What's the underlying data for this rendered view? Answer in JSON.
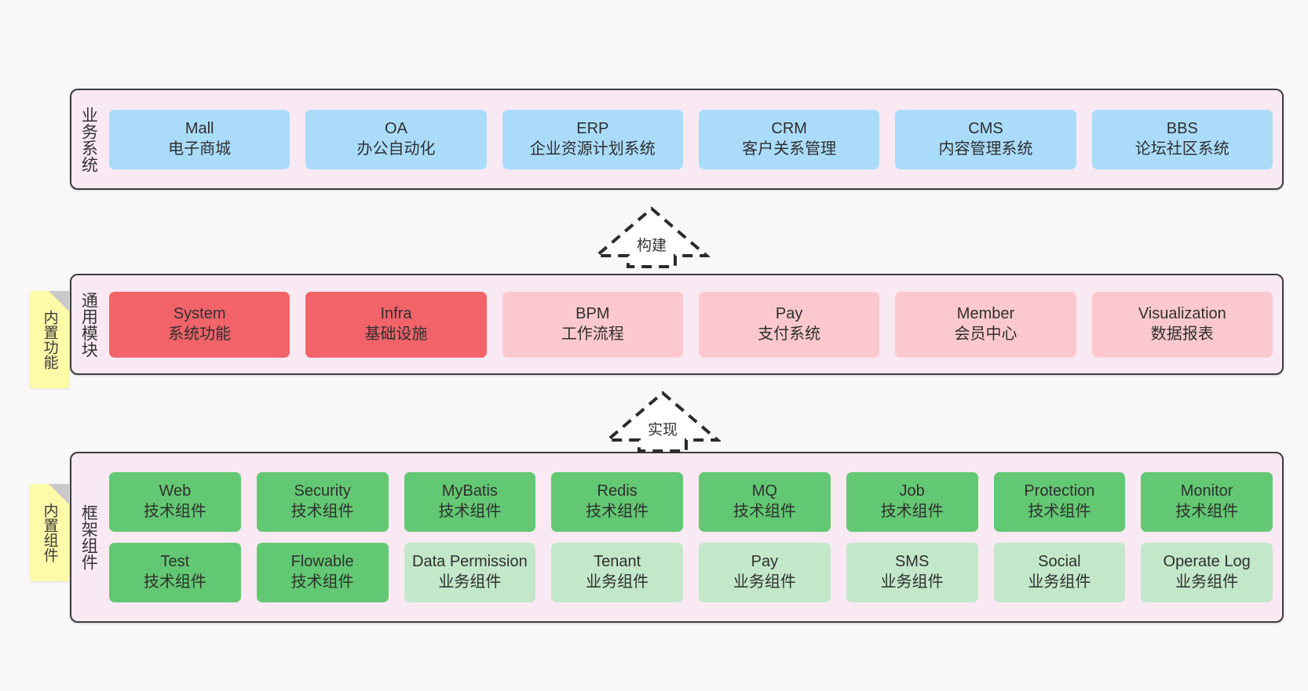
{
  "canvas": {
    "background": "#f8f8f8",
    "layer_bg": "#f9e9f3",
    "layer_border": "#3d3d3d",
    "note_bg": "#fdfaa8",
    "note_fold": "#c9c9c9"
  },
  "layers": [
    {
      "id": "business",
      "title": "业务系统",
      "rows": [
        [
          {
            "en": "Mall",
            "cn": "电子商城",
            "color": "#aadcfa",
            "tone": "c-blue"
          },
          {
            "en": "OA",
            "cn": "办公自动化",
            "color": "#aadcfa",
            "tone": "c-blue"
          },
          {
            "en": "ERP",
            "cn": "企业资源计划系统",
            "color": "#aadcfa",
            "tone": "c-blue"
          },
          {
            "en": "CRM",
            "cn": "客户关系管理",
            "color": "#aadcfa",
            "tone": "c-blue"
          },
          {
            "en": "CMS",
            "cn": "内容管理系统",
            "color": "#aadcfa",
            "tone": "c-blue"
          },
          {
            "en": "BBS",
            "cn": "论坛社区系统",
            "color": "#aadcfa",
            "tone": "c-blue"
          }
        ]
      ]
    },
    {
      "id": "modules",
      "title": "通用模块",
      "note": "内置功能",
      "rows": [
        [
          {
            "en": "System",
            "cn": "系统功能",
            "color": "#f2646a",
            "tone": "c-red-strong"
          },
          {
            "en": "Infra",
            "cn": "基础设施",
            "color": "#f2646a",
            "tone": "c-red-strong"
          },
          {
            "en": "BPM",
            "cn": "工作流程",
            "color": "#fbc9cd",
            "tone": "c-red-light"
          },
          {
            "en": "Pay",
            "cn": "支付系统",
            "color": "#fbc9cd",
            "tone": "c-red-light"
          },
          {
            "en": "Member",
            "cn": "会员中心",
            "color": "#fbc9cd",
            "tone": "c-red-light"
          },
          {
            "en": "Visualization",
            "cn": "数据报表",
            "color": "#fbc9cd",
            "tone": "c-red-light"
          }
        ]
      ]
    },
    {
      "id": "framework",
      "title": "框架组件",
      "note": "内置组件",
      "rows": [
        [
          {
            "en": "Web",
            "cn": "技术组件",
            "color": "#63c873",
            "tone": "c-green-strong"
          },
          {
            "en": "Security",
            "cn": "技术组件",
            "color": "#63c873",
            "tone": "c-green-strong"
          },
          {
            "en": "MyBatis",
            "cn": "技术组件",
            "color": "#63c873",
            "tone": "c-green-strong"
          },
          {
            "en": "Redis",
            "cn": "技术组件",
            "color": "#63c873",
            "tone": "c-green-strong"
          },
          {
            "en": "MQ",
            "cn": "技术组件",
            "color": "#63c873",
            "tone": "c-green-strong"
          },
          {
            "en": "Job",
            "cn": "技术组件",
            "color": "#63c873",
            "tone": "c-green-strong"
          },
          {
            "en": "Protection",
            "cn": "技术组件",
            "color": "#63c873",
            "tone": "c-green-strong"
          },
          {
            "en": "Monitor",
            "cn": "技术组件",
            "color": "#63c873",
            "tone": "c-green-strong"
          }
        ],
        [
          {
            "en": "Test",
            "cn": "技术组件",
            "color": "#63c873",
            "tone": "c-green-strong"
          },
          {
            "en": "Flowable",
            "cn": "技术组件",
            "color": "#63c873",
            "tone": "c-green-strong"
          },
          {
            "en": "Data Permission",
            "cn": "业务组件",
            "color": "#c2e8c9",
            "tone": "c-green-light"
          },
          {
            "en": "Tenant",
            "cn": "业务组件",
            "color": "#c2e8c9",
            "tone": "c-green-light"
          },
          {
            "en": "Pay",
            "cn": "业务组件",
            "color": "#c2e8c9",
            "tone": "c-green-light"
          },
          {
            "en": "SMS",
            "cn": "业务组件",
            "color": "#c2e8c9",
            "tone": "c-green-light"
          },
          {
            "en": "Social",
            "cn": "业务组件",
            "color": "#c2e8c9",
            "tone": "c-green-light"
          },
          {
            "en": "Operate Log",
            "cn": "业务组件",
            "color": "#c2e8c9",
            "tone": "c-green-light"
          }
        ]
      ]
    }
  ],
  "connectors": [
    {
      "id": "build",
      "label": "构建",
      "from": "modules",
      "to": "business"
    },
    {
      "id": "implement",
      "label": "实现",
      "from": "framework",
      "to": "modules"
    }
  ]
}
